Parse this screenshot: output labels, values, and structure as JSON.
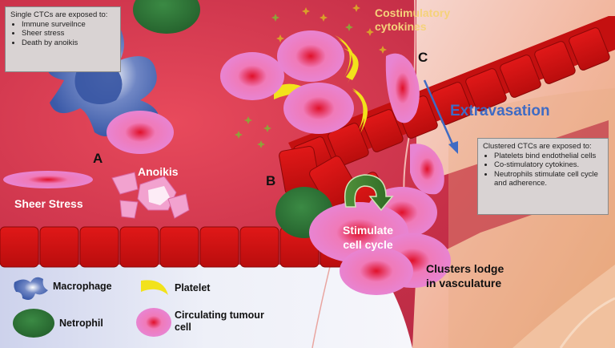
{
  "labels": {
    "costimulatory": "Costimulatory\ncytokines",
    "panel_a": "A",
    "panel_b": "B",
    "panel_c": "C",
    "anoikis": "Anoikis",
    "sheer_stress": "Sheer Stress",
    "extravasation": "Extravasation",
    "stimulate": "Stimulate\ncell cycle",
    "clusters_lodge": "Clusters lodge\nin vasculature"
  },
  "single_box": {
    "heading": "Single CTCs are exposed to:",
    "items": [
      "Immune surveilnce",
      "Sheer stress",
      "Death by anoikis"
    ]
  },
  "cluster_box": {
    "heading": "Clustered CTCs are exposed to:",
    "items": [
      "Platelets bind endothelial cells",
      "Co-stimulatory cytokines.",
      "Neutrophils stimulate cell cycle and adherence."
    ]
  },
  "legend": {
    "macrophage": "Macrophage",
    "platelet": "Platelet",
    "netrophil": "Netrophil",
    "ctc": "Circulating tumour\ncell"
  },
  "colors": {
    "background": "#c9304a",
    "vessel_red": "#d21414",
    "ctc_pink": "#e87ac8",
    "platelet_yellow": "#f2e21b",
    "neutrophil_green": "#2f7a3a",
    "macrophage_blue": "#3b5aa8",
    "extravasation_blue": "#3f6bc4"
  }
}
